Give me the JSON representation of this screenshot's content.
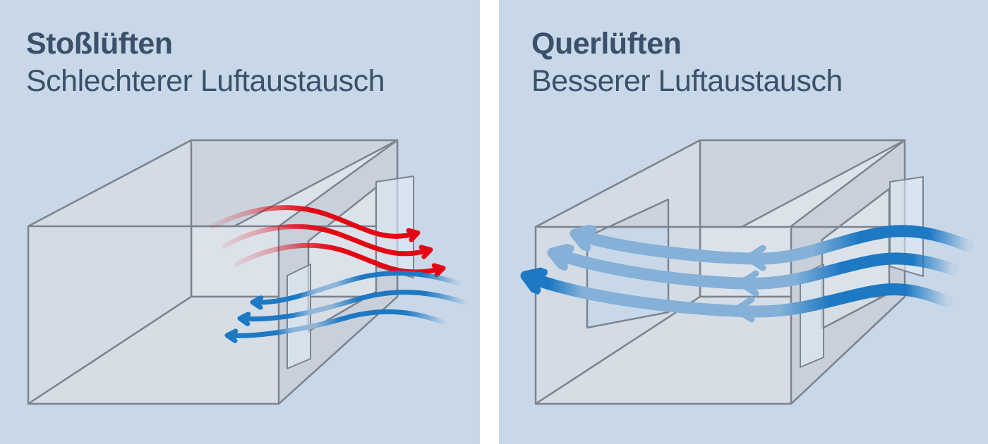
{
  "page": {
    "type": "ventilation-comparison-infographic",
    "language": "de"
  },
  "panels": {
    "left": {
      "title": "Stoßlüften",
      "subtitle": "Schlechterer Luftaustausch",
      "illustration": {
        "scene": "isometric room with one open tilted window on the right wall",
        "warm_air_arrows_out": 3,
        "cool_air_arrows_in": 3,
        "warm_air_direction": "out through upper window to the right",
        "cool_air_direction": "in through lower window to the left"
      }
    },
    "right": {
      "title": "Querlüften",
      "subtitle": "Besserer Luftaustausch",
      "illustration": {
        "scene": "isometric room with open windows on opposite walls",
        "air_arrows_through": 3,
        "air_direction": "straight through from right window to left opening",
        "mid_room_chevrons": 3
      }
    }
  },
  "colors": {
    "bg-white": "#ffffff",
    "panel-bg": "#c9d8e8",
    "title-color": "#3b506b",
    "line-color": "#7c848f",
    "red": "#e30613",
    "blue": "#1d79c4",
    "blue-light": "#85b1d8",
    "wall-back": "#dce2ea",
    "wall-left": "#d3dbe5",
    "wall-floor": "#d7dde5",
    "wall-ceiling": "#cbd3de",
    "wall-band": "#c8d0db"
  }
}
